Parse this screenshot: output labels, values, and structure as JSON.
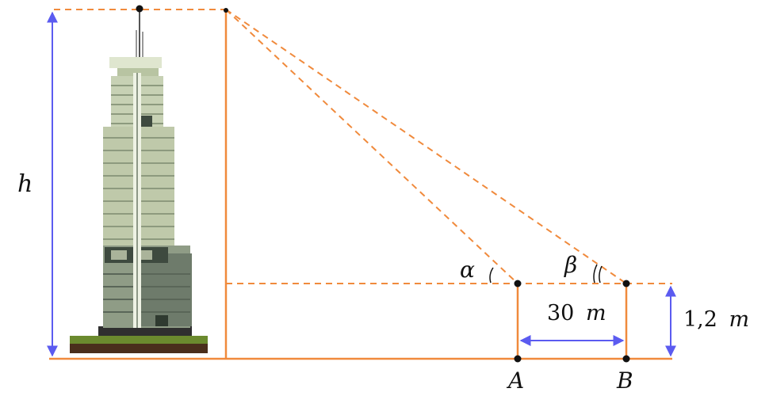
{
  "labels": {
    "height": "h",
    "alpha": "α",
    "beta": "β",
    "distance_value": "30",
    "distance_unit": "m",
    "eye_height_value": "1,2",
    "eye_height_unit": "m",
    "point_a": "A",
    "point_b": "B"
  },
  "colors": {
    "construction": "#f08a3c",
    "measure": "#5b5bf0",
    "point": "#111111",
    "building_light": "#c9d3b6",
    "building_mid": "#9aa98a",
    "building_dark": "#4c5a4c",
    "grass": "#6b8a2e",
    "soil": "#4a2e1c"
  }
}
